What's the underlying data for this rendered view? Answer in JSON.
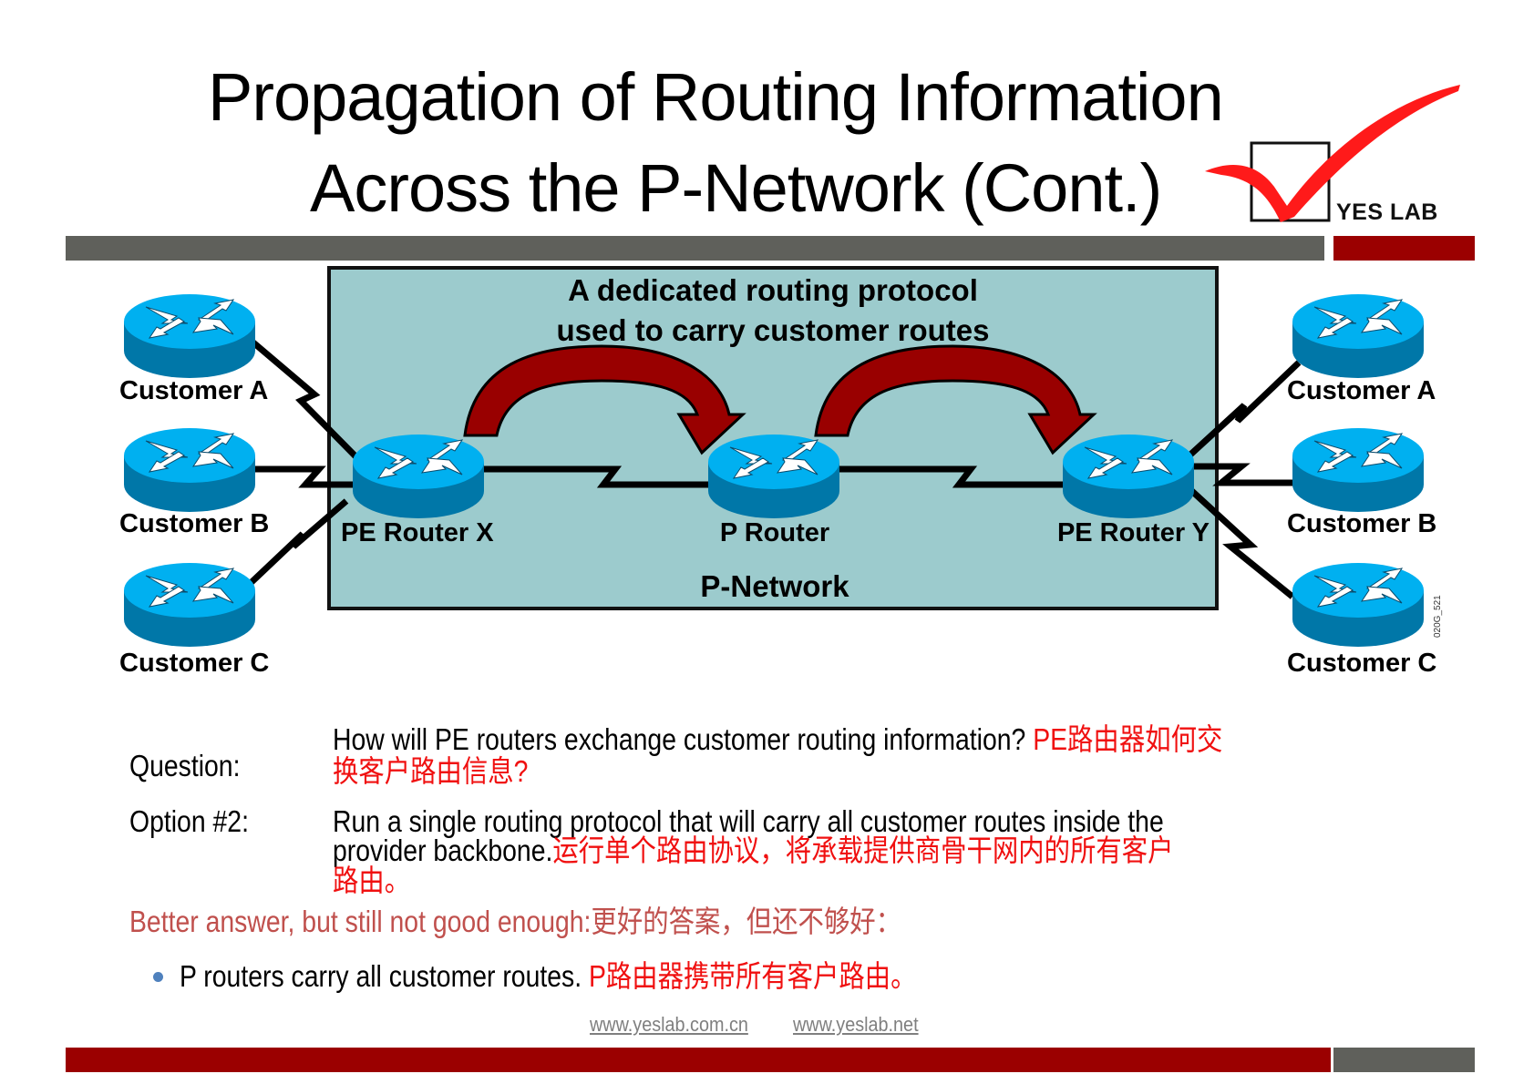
{
  "slide": {
    "title_line1": "Propagation of Routing Information",
    "title_line2": "Across the P-Network (Cont.)",
    "logo": {
      "text": "YES LAB",
      "icon": "checkbox-checkmark-icon",
      "check_color": "#ff1a1a"
    },
    "colors": {
      "bar_gray": "#5f605b",
      "bar_red": "#9b0000",
      "network_fill": "#9ccbcd",
      "router_top": "#00b0f0",
      "router_side": "#0077a8",
      "arrow_red": "#990000"
    }
  },
  "diagram": {
    "caption_line1": "A dedicated routing protocol",
    "caption_line2": "used to carry customer routes",
    "network_label": "P-Network",
    "routers": {
      "pe_x": "PE Router X",
      "p": "P Router",
      "pe_y": "PE Router Y"
    },
    "left_customers": [
      "Customer A",
      "Customer B",
      "Customer C"
    ],
    "right_customers": [
      "Customer A",
      "Customer B",
      "Customer C"
    ],
    "figure_id": "020G_521"
  },
  "body": {
    "question_label": "Question:",
    "question_text": "How will PE routers exchange customer routing information?",
    "question_cn_line1": "PE路由器如何交",
    "question_cn_line2": "换客户路由信息?",
    "option_label": "Option #2:",
    "option_line1": "Run a single routing protocol that will carry all customer routes  inside the",
    "option_line2_en": "provider backbone.",
    "option_line2_cn": "运行单个路由协议，将承载提供商骨干网内的所有客户",
    "option_line3_cn": "路由。",
    "verdict_en": "Better answer, but still not good enough:",
    "verdict_cn": "更好的答案，但还不够好：",
    "bullet_en": "P routers carry all customer  routes. ",
    "bullet_cn": "P路由器携带所有客户路由。"
  },
  "footer": {
    "link1": "www.yeslab.com.cn",
    "link2": "www.yeslab.net"
  }
}
